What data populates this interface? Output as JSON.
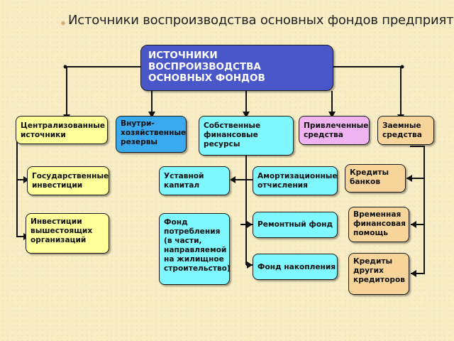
{
  "slide": {
    "bullet": "⁕",
    "title": "Источники воспроизводства основных фондов предприятий"
  },
  "diagram": {
    "main": "ИСТОЧНИКИ\nВОСПРОИЗВОДСТВА\nОСНОВНЫХ ФОНДОВ",
    "categories": {
      "centralized": "Централизованные\nисточники",
      "internal": "Внутри-\nхозяйственные\nрезервы",
      "own": "Собственные\nфинансовые\nресурсы",
      "attracted": "Привлеченные\nсредства",
      "borrowed": "Заемные\nсредства"
    },
    "centralized_items": {
      "state": "Государственные\nинвестиции",
      "higher": "Инвестиции\nвышестоящих\nорганизаций"
    },
    "own_items": {
      "capital": "Уставной\nкапитал",
      "amortization": "Амортизационные\nотчисления",
      "repair": "Ремонтный фонд",
      "consumption": "Фонд\nпотребления\n(в части,\nнаправляемой\nна жилищное\nстроительство)",
      "accumulation": "Фонд накопления"
    },
    "borrowed_items": {
      "bank": "Кредиты\nбанков",
      "aid": "Временная\nфинансовая\nпомощь",
      "other": "Кредиты\nдругих\nкредиторов"
    }
  }
}
